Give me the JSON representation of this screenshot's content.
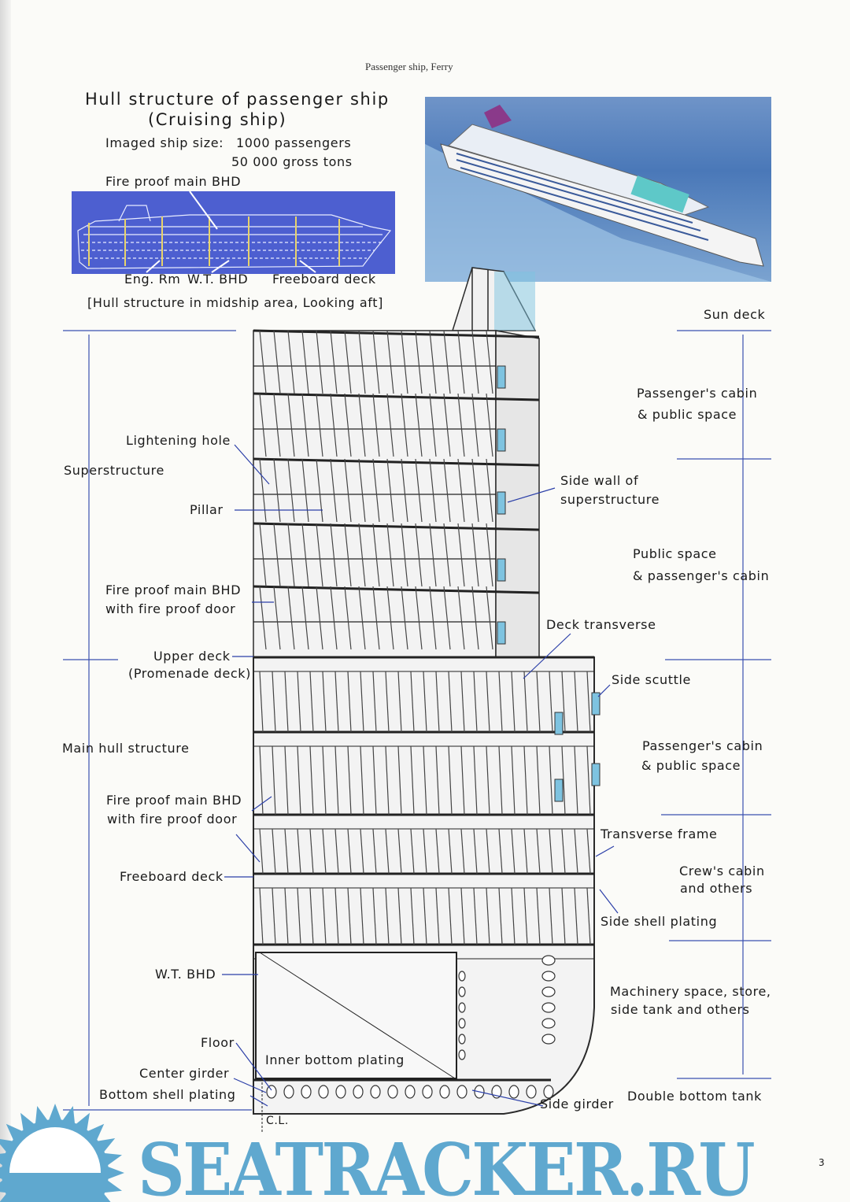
{
  "header": "Passenger ship, Ferry",
  "title": {
    "line1": "Hull structure of passenger ship",
    "line2": "(Cruising ship)"
  },
  "ship_size": {
    "label": "Imaged ship size:",
    "passengers": "1000  passengers",
    "tonnage": "50 000 gross tons"
  },
  "elevation": {
    "fire_bhd": "Fire proof main BHD",
    "eng_rm": "Eng. Rm",
    "wt_bhd": "W.T. BHD",
    "freeboard": "Freeboard deck",
    "caption": "[Hull structure in midship area, Looking aft]"
  },
  "left_labels": {
    "superstructure": "Superstructure",
    "lightening_hole": "Lightening hole",
    "pillar": "Pillar",
    "fire_bhd1_a": "Fire proof main BHD",
    "fire_bhd1_b": "with fire proof  door",
    "upper_deck_a": "Upper deck",
    "upper_deck_b": "(Promenade deck)",
    "main_hull": "Main hull structure",
    "fire_bhd2_a": "Fire proof main BHD",
    "fire_bhd2_b": "with fire proof  door",
    "freeboard_deck": "Freeboard deck",
    "wt_bhd": "W.T. BHD",
    "floor": "Floor",
    "center_girder": "Center girder",
    "bottom_shell": "Bottom shell plating",
    "cl": "C.L."
  },
  "inner_labels": {
    "inner_bottom": "Inner bottom plating",
    "side_girder": "Side girder"
  },
  "right_labels": {
    "sun_deck": "Sun deck",
    "cabin1_a": "Passenger's cabin",
    "cabin1_b": "& public space",
    "side_wall_a": "Side wall of",
    "side_wall_b": "superstructure",
    "public_a": "Public space",
    "public_b": "& passenger's cabin",
    "deck_transverse": "Deck transverse",
    "side_scuttle": "Side scuttle",
    "cabin2_a": "Passenger's cabin",
    "cabin2_b": "& public space",
    "transverse_frame": "Transverse frame",
    "crew_a": "Crew's cabin",
    "crew_b": "and others",
    "side_shell": "Side shell plating",
    "machinery_a": "Machinery space, store,",
    "machinery_b": "side tank and others",
    "double_bottom": "Double bottom tank"
  },
  "watermark": "SEATRACKER.RU",
  "page_number": "3",
  "colors": {
    "structure": "#2a2a2a",
    "arrow": "#2b3fa8",
    "elevation_bg": "#4d5fd0",
    "bhd_fill": "#f3dcc0",
    "watermark": "#5fa8cf"
  }
}
